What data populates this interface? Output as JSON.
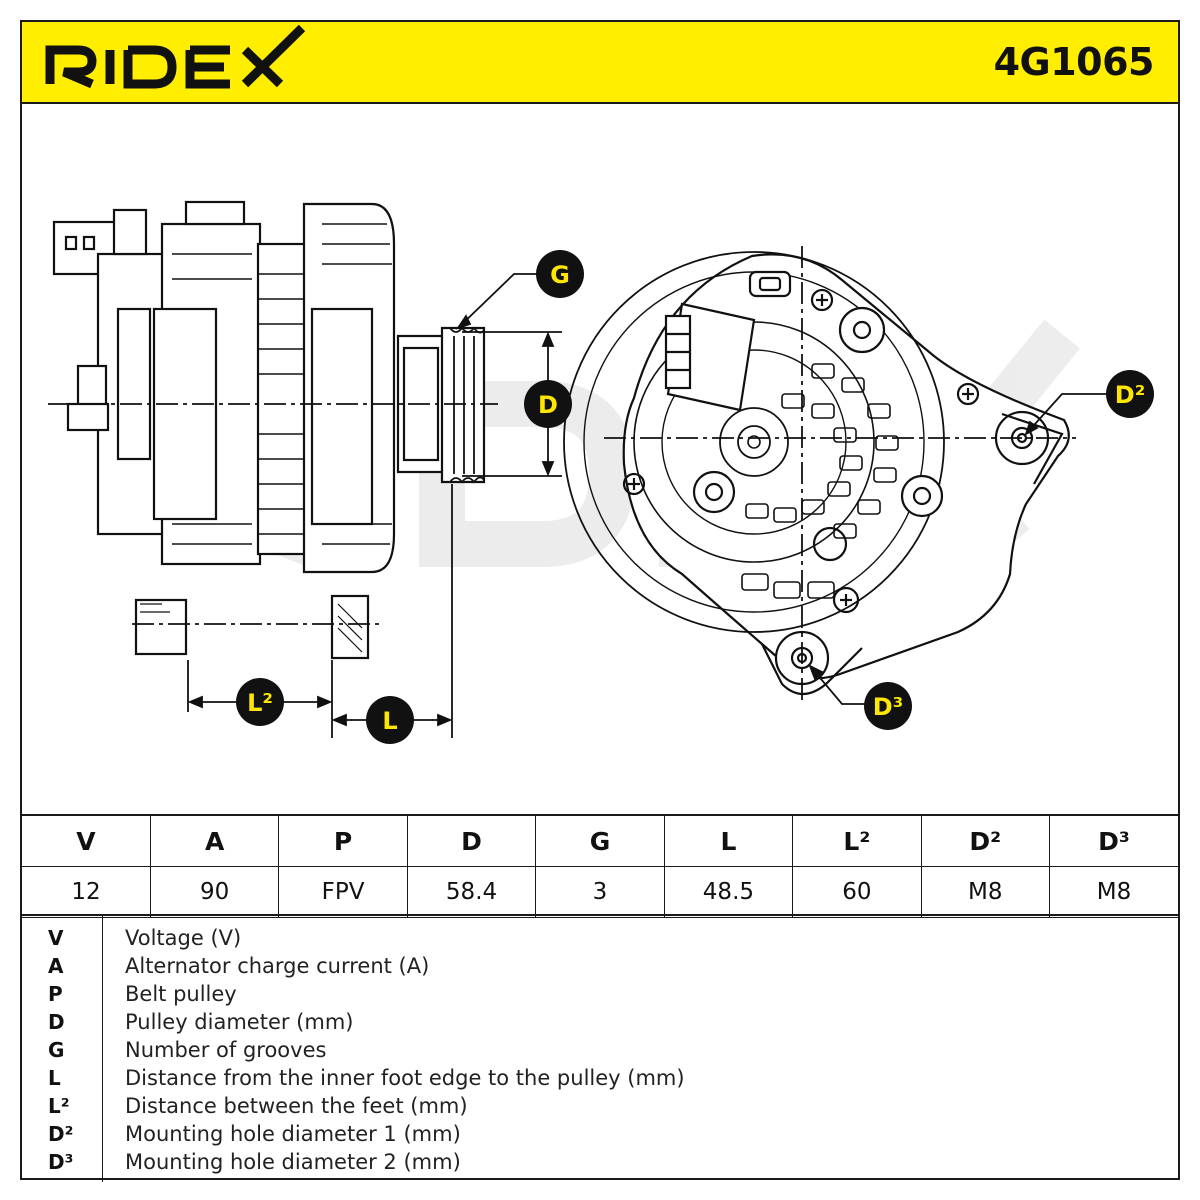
{
  "header": {
    "brand": "RIDEX",
    "part_number": "4G1065",
    "background_color": "#ffee00"
  },
  "callouts": {
    "G": "G",
    "D": "D",
    "D2": "D²",
    "D3": "D³",
    "L": "L",
    "L2": "L²"
  },
  "specs": {
    "headers": [
      "V",
      "A",
      "P",
      "D",
      "G",
      "L",
      "L²",
      "D²",
      "D³"
    ],
    "values": [
      "12",
      "90",
      "FPV",
      "58.4",
      "3",
      "48.5",
      "60",
      "M8",
      "M8"
    ]
  },
  "legend": [
    {
      "code": "V",
      "text": "Voltage (V)"
    },
    {
      "code": "A",
      "text": "Alternator charge current (A)"
    },
    {
      "code": "P",
      "text": "Belt pulley"
    },
    {
      "code": "D",
      "text": "Pulley diameter (mm)"
    },
    {
      "code": "G",
      "text": "Number of grooves"
    },
    {
      "code": "L",
      "text": "Distance from the inner foot edge to the pulley (mm)"
    },
    {
      "code": "L²",
      "text": "Distance between the feet (mm)"
    },
    {
      "code": "D²",
      "text": "Mounting hole diameter 1 (mm)"
    },
    {
      "code": "D³",
      "text": "Mounting hole diameter 2 (mm)"
    }
  ]
}
